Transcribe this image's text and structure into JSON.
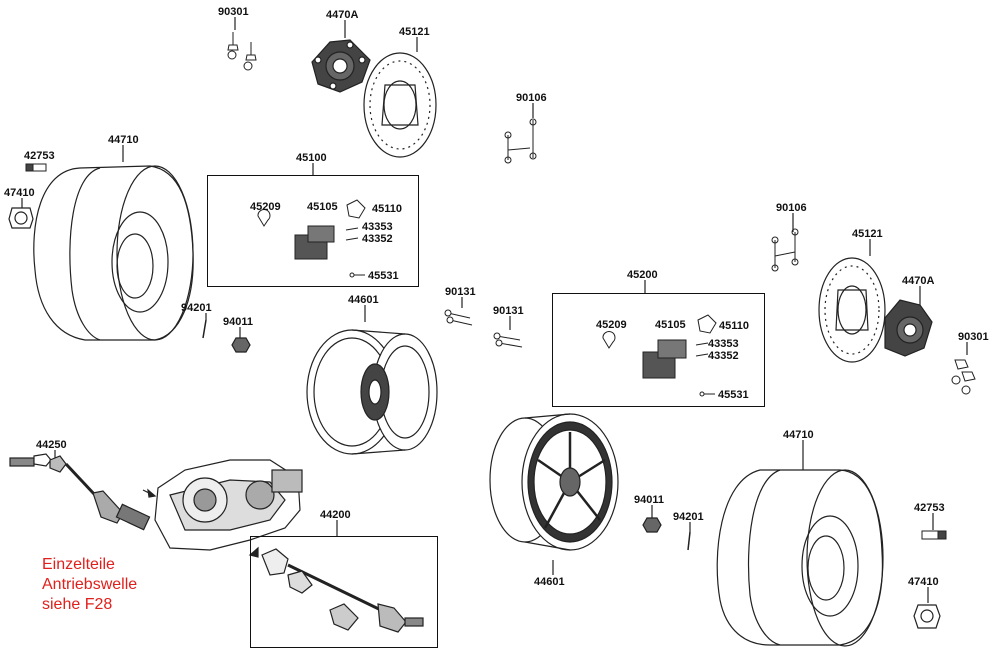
{
  "note": {
    "lines": [
      "Einzelteile",
      "Antriebswelle",
      "siehe F28"
    ],
    "color": "#e0201c"
  },
  "colors": {
    "line": "#222222",
    "part_fill": "#3a3a3a",
    "text": "#111111"
  },
  "parts": {
    "p90301_a": "90301",
    "p4470A_a": "4470A",
    "p45121_a": "45121",
    "p90106_a": "90106",
    "p42753_a": "42753",
    "p44710_a": "44710",
    "p47410_a": "47410",
    "p45100": "45100",
    "p45209_a": "45209",
    "p45105_a": "45105",
    "p45110_a": "45110",
    "p43353_a": "43353",
    "p43352_a": "43352",
    "p45531_a": "45531",
    "p94201_a": "94201",
    "p94011_a": "94011",
    "p44601_a": "44601",
    "p90131_a": "90131",
    "p90131_b": "90131",
    "p45200": "45200",
    "p45209_b": "45209",
    "p45105_b": "45105",
    "p45110_b": "45110",
    "p43353_b": "43353",
    "p43352_b": "43352",
    "p45531_b": "45531",
    "p90106_b": "90106",
    "p45121_b": "45121",
    "p4470A_b": "4470A",
    "p90301_b": "90301",
    "p44250": "44250",
    "p44200": "44200",
    "p44601_b": "44601",
    "p94011_b": "94011",
    "p94201_b": "94201",
    "p44710_b": "44710",
    "p42753_b": "42753",
    "p47410_b": "47410"
  }
}
